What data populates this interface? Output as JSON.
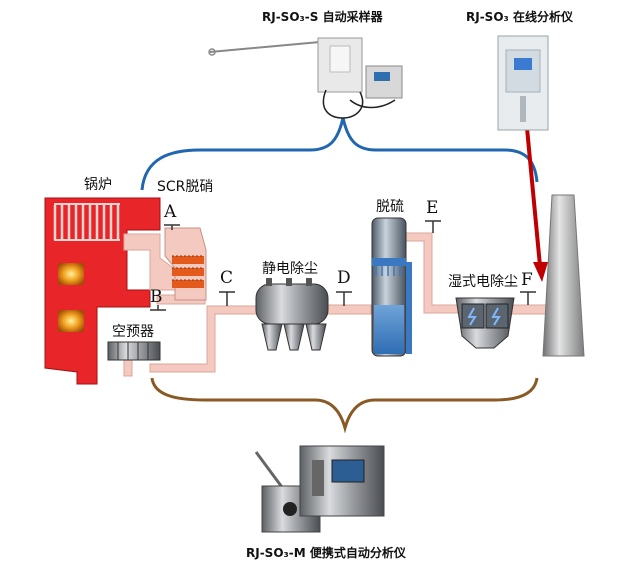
{
  "titles": {
    "auto_sampler": "RJ-SO₃-S 自动采样器",
    "online_analyzer": "RJ-SO₃ 在线分析仪",
    "portable_analyzer": "RJ-SO₃-M 便携式自动分析仪"
  },
  "equipment": {
    "boiler": "锅炉",
    "scr": "SCR脱硝",
    "air_preheater": "空预器",
    "esp": "静电除尘",
    "fgd": "脱硫",
    "wet_esp": "湿式电除尘"
  },
  "sample_points": [
    "A",
    "B",
    "C",
    "D",
    "E",
    "F"
  ],
  "colors": {
    "boiler_red": "#e8262a",
    "duct_pink": "#f3c9c0",
    "blue_bracket": "#2166b0",
    "brown_bracket": "#8a5a26",
    "arrow_red": "#c00000"
  }
}
